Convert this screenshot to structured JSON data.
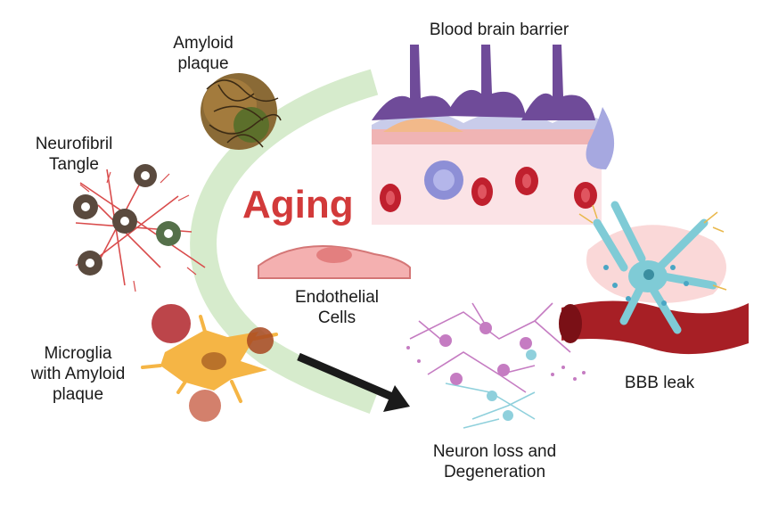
{
  "title": "Aging",
  "labels": {
    "amyloid_plaque": [
      "Amyloid",
      "plaque"
    ],
    "blood_brain_barrier": "Blood brain barrier",
    "neurofibril_tangle": [
      "Neurofibril",
      "Tangle"
    ],
    "endothelial_cells": [
      "Endothelial",
      "Cells"
    ],
    "microglia": [
      "Microglia",
      "with Amyloid",
      "plaque"
    ],
    "bbb_leak": "BBB leak",
    "neuron_loss": [
      "Neuron loss and",
      "Degeneration"
    ]
  },
  "colors": {
    "aging_text": "#d23a3a",
    "arc": "#d6ebcc",
    "arrow": "#1a1a1a",
    "endothelial": "#f4b0b0",
    "rbc": "#c0202e",
    "astro": "#7fcbd6",
    "neuron_pink": "#c57cc2",
    "microglia": "#f5b545"
  }
}
